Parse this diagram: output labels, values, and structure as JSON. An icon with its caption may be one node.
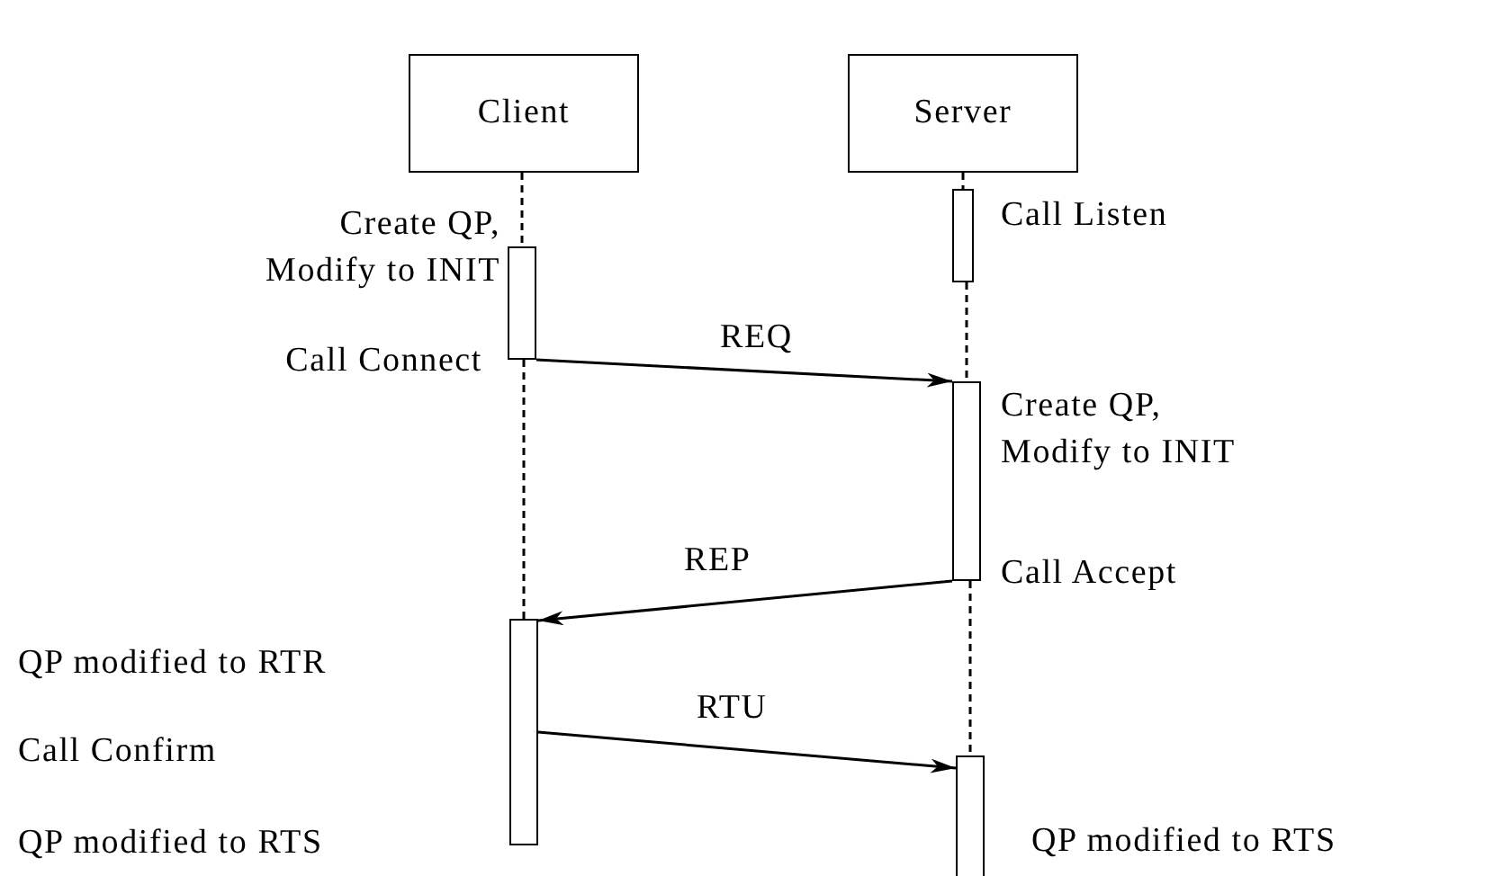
{
  "diagram": {
    "nodes": [
      {
        "text": [
          "Client"
        ]
      },
      {
        "text": [
          "Server"
        ]
      },
      {
        "text": [],
        "shape": "bar",
        "beside": [
          "Call Listen"
        ]
      },
      {
        "text": [],
        "shape": "bar",
        "beside": [
          "Create QP, Modify to INIT",
          "Call Connect"
        ]
      },
      {
        "text": [],
        "shape": "bar",
        "beside": [
          "Create QP, Modify to INIT",
          "Call Accept"
        ]
      },
      {
        "text": [],
        "shape": "bar",
        "beside": [
          "QP modified to RTR",
          "Call Confirm",
          "QP modified to RTS"
        ]
      },
      {
        "text": [],
        "shape": "bar",
        "beside": [
          "QP modified to RTS"
        ]
      }
    ],
    "edges": [
      {
        "from": 0,
        "to": 3,
        "arrow": "none",
        "style": "dashed"
      },
      {
        "from": 3,
        "to": 5,
        "arrow": "none",
        "style": "dashed"
      },
      {
        "from": 1,
        "to": 2,
        "arrow": "none",
        "style": "dashed"
      },
      {
        "from": 2,
        "to": 4,
        "arrow": "none",
        "style": "dashed"
      },
      {
        "from": 4,
        "to": 6,
        "arrow": "none",
        "style": "dashed"
      },
      {
        "from": 3,
        "to": 4,
        "arrow": "to",
        "label": "REQ"
      },
      {
        "from": 4,
        "to": 5,
        "arrow": "to",
        "label": "REP"
      },
      {
        "from": 5,
        "to": 6,
        "arrow": "to",
        "label": "RTU"
      }
    ]
  }
}
